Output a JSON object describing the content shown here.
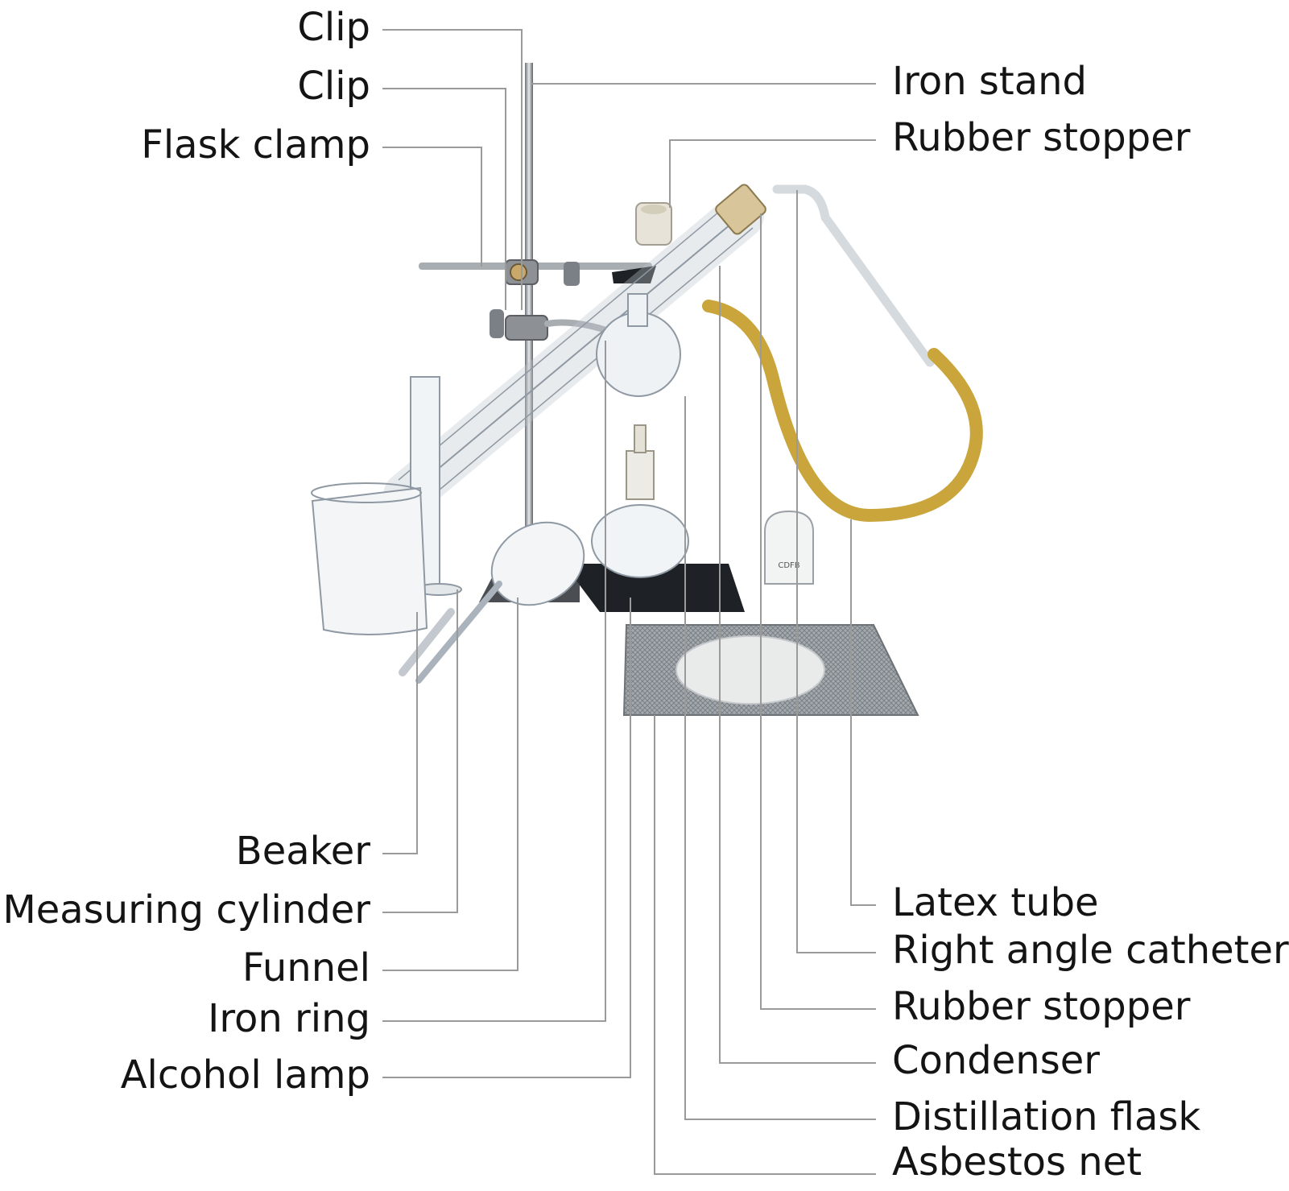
{
  "labels_left": [
    {
      "id": "clip-1",
      "text": "Clip"
    },
    {
      "id": "clip-2",
      "text": "Clip"
    },
    {
      "id": "flask-clamp",
      "text": "Flask clamp"
    },
    {
      "id": "beaker",
      "text": "Beaker"
    },
    {
      "id": "measuring-cylinder",
      "text": "Measuring cylinder"
    },
    {
      "id": "funnel",
      "text": "Funnel"
    },
    {
      "id": "iron-ring",
      "text": "Iron ring"
    },
    {
      "id": "alcohol-lamp",
      "text": "Alcohol lamp"
    }
  ],
  "labels_right": [
    {
      "id": "iron-stand",
      "text": "Iron stand"
    },
    {
      "id": "rubber-stopper-1",
      "text": "Rubber stopper"
    },
    {
      "id": "latex-tube",
      "text": "Latex tube"
    },
    {
      "id": "right-angle-catheter",
      "text": "Right angle catheter"
    },
    {
      "id": "rubber-stopper-2",
      "text": "Rubber stopper"
    },
    {
      "id": "condenser",
      "text": "Condenser"
    },
    {
      "id": "distillation-flask",
      "text": "Distillation flask"
    },
    {
      "id": "asbestos-net",
      "text": "Asbestos net"
    }
  ],
  "lamp_cap_mark": "CDFB",
  "colors": {
    "leader_line": "#9a9a9a",
    "text": "#141414",
    "latex": "#c9a53c",
    "glass": "#9aa4ad",
    "metal": "#8d9196",
    "base_plate": "#1e2226"
  }
}
